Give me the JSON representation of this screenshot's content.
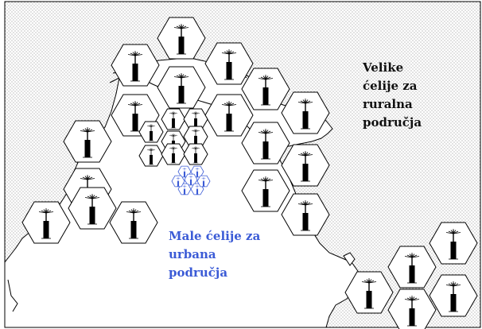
{
  "labels": {
    "rural": [
      "Velike",
      "ćelije za",
      "ruralna",
      "područja"
    ],
    "urban": [
      "Male ćelije za",
      "urbana",
      "područja"
    ]
  },
  "colors": {
    "rural_text": "#111111",
    "urban_text": "#3b5bd6",
    "micro_cell": "#3b5bd6",
    "dots": "#9a9a9a",
    "line": "#000000"
  },
  "icons": {
    "tower": "radio-tower-icon",
    "micro_tower": "micro-cell-icon"
  }
}
